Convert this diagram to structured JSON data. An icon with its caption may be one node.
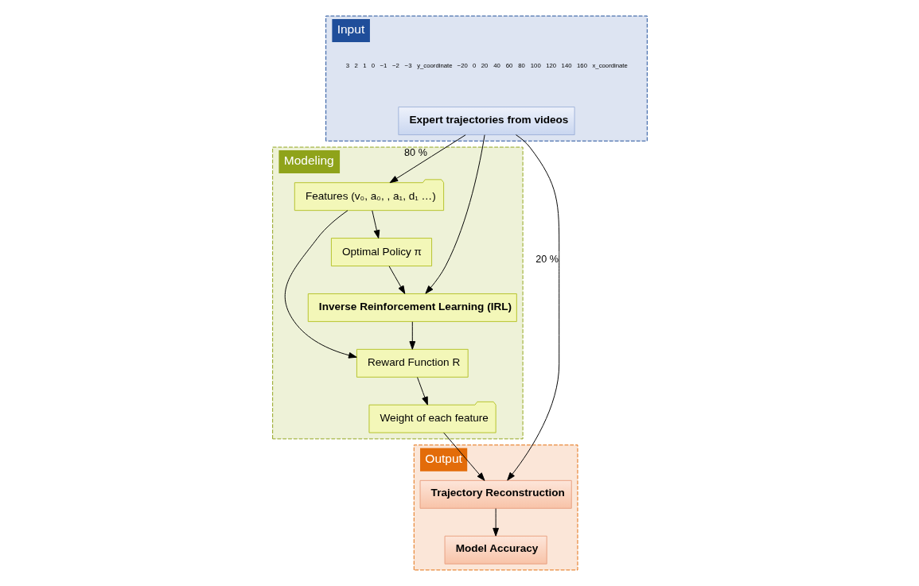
{
  "diagram": {
    "nodes": [
      {
        "text": [
          "Input"
        ]
      },
      {
        "text": [
          "Expert trajectories from videos"
        ],
        "in": 0
      },
      {
        "text": [
          "Modeling"
        ]
      },
      {
        "text": [
          "Features (v₀, a₀, , a₁, d₁ …)"
        ],
        "in": 2
      },
      {
        "text": [
          "Reward Function R"
        ],
        "in": 2
      },
      {
        "text": [
          "Inverse Reinforcement Learning (IRL)"
        ],
        "in": 2
      },
      {
        "text": [
          "Optimal Policy π"
        ],
        "in": 2
      },
      {
        "text": [
          "Weight of each feature"
        ],
        "in": 2
      },
      {
        "text": [
          "Output"
        ]
      },
      {
        "text": [
          "Trajectory Reconstruction"
        ],
        "in": 8
      },
      {
        "text": [
          "Model Accuracy"
        ],
        "in": 8
      }
    ],
    "edges": [
      {
        "from": 1,
        "to": 9,
        "arrow": "to",
        "label": "20 %"
      },
      {
        "from": 1,
        "to": 3,
        "arrow": "to",
        "label": "80 %"
      },
      {
        "from": 1,
        "to": 5,
        "arrow": "to"
      },
      {
        "from": 3,
        "to": 4,
        "arrow": "to"
      },
      {
        "from": 3,
        "to": 6,
        "arrow": "to"
      },
      {
        "from": 6,
        "to": 5,
        "arrow": "to"
      },
      {
        "from": 5,
        "to": 4,
        "arrow": "to"
      },
      {
        "from": 4,
        "to": 7,
        "arrow": "to"
      },
      {
        "from": 7,
        "to": 9,
        "arrow": "to"
      },
      {
        "from": 9,
        "to": 10,
        "arrow": "to"
      }
    ],
    "labels": [
      "3",
      "2",
      "1",
      "0",
      "−1",
      "−2",
      "−3",
      "y_coordinate",
      "−20",
      "0",
      "20",
      "40",
      "60",
      "80",
      "100",
      "120",
      "140",
      "160",
      "x_coordinate"
    ]
  }
}
